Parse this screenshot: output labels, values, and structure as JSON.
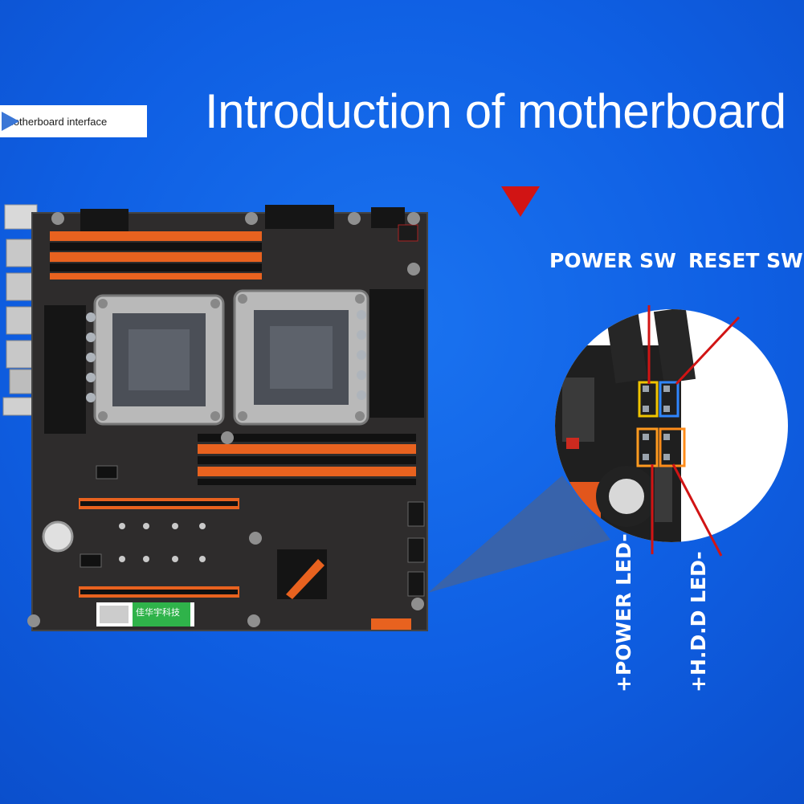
{
  "tag": {
    "label": "Motherboard interface",
    "arrow_icon": "triangle-right-icon"
  },
  "title": "Introduction of motherboard",
  "board_chip_label": "佳华宇科技",
  "labels": {
    "power_sw": "POWER SW",
    "reset_sw": "RESET SW",
    "power_led": "+POWER LED-",
    "hdd_led": "+H.D.D LED-"
  },
  "colors": {
    "background": "#1068ea",
    "board": "#2e2c2c",
    "slot_orange": "#e8621f",
    "slot_black": "#111111",
    "pointer_red": "#d11414",
    "power_box": "#f0c400",
    "led_box": "#ff8c1a",
    "zoom_wedge": "#4a6fa0"
  }
}
